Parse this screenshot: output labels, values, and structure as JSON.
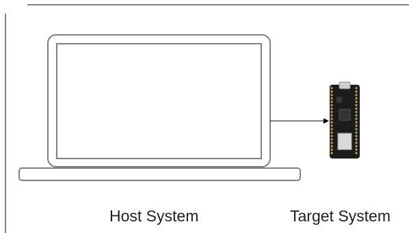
{
  "labels": {
    "host": "Host System",
    "target": "Target System"
  },
  "colors": {
    "laptop_stroke": "#7f7f7f",
    "screen_stroke": "#7f7f7f",
    "border_line": "#000000",
    "arrow": "#000000",
    "board_pcb": "#1c1c1c",
    "board_pins": "#c9a94f",
    "board_module": "#d9d9d9"
  },
  "icons": {
    "host": "laptop-icon",
    "target": "microcontroller-board-icon"
  },
  "connector": "arrow-right"
}
